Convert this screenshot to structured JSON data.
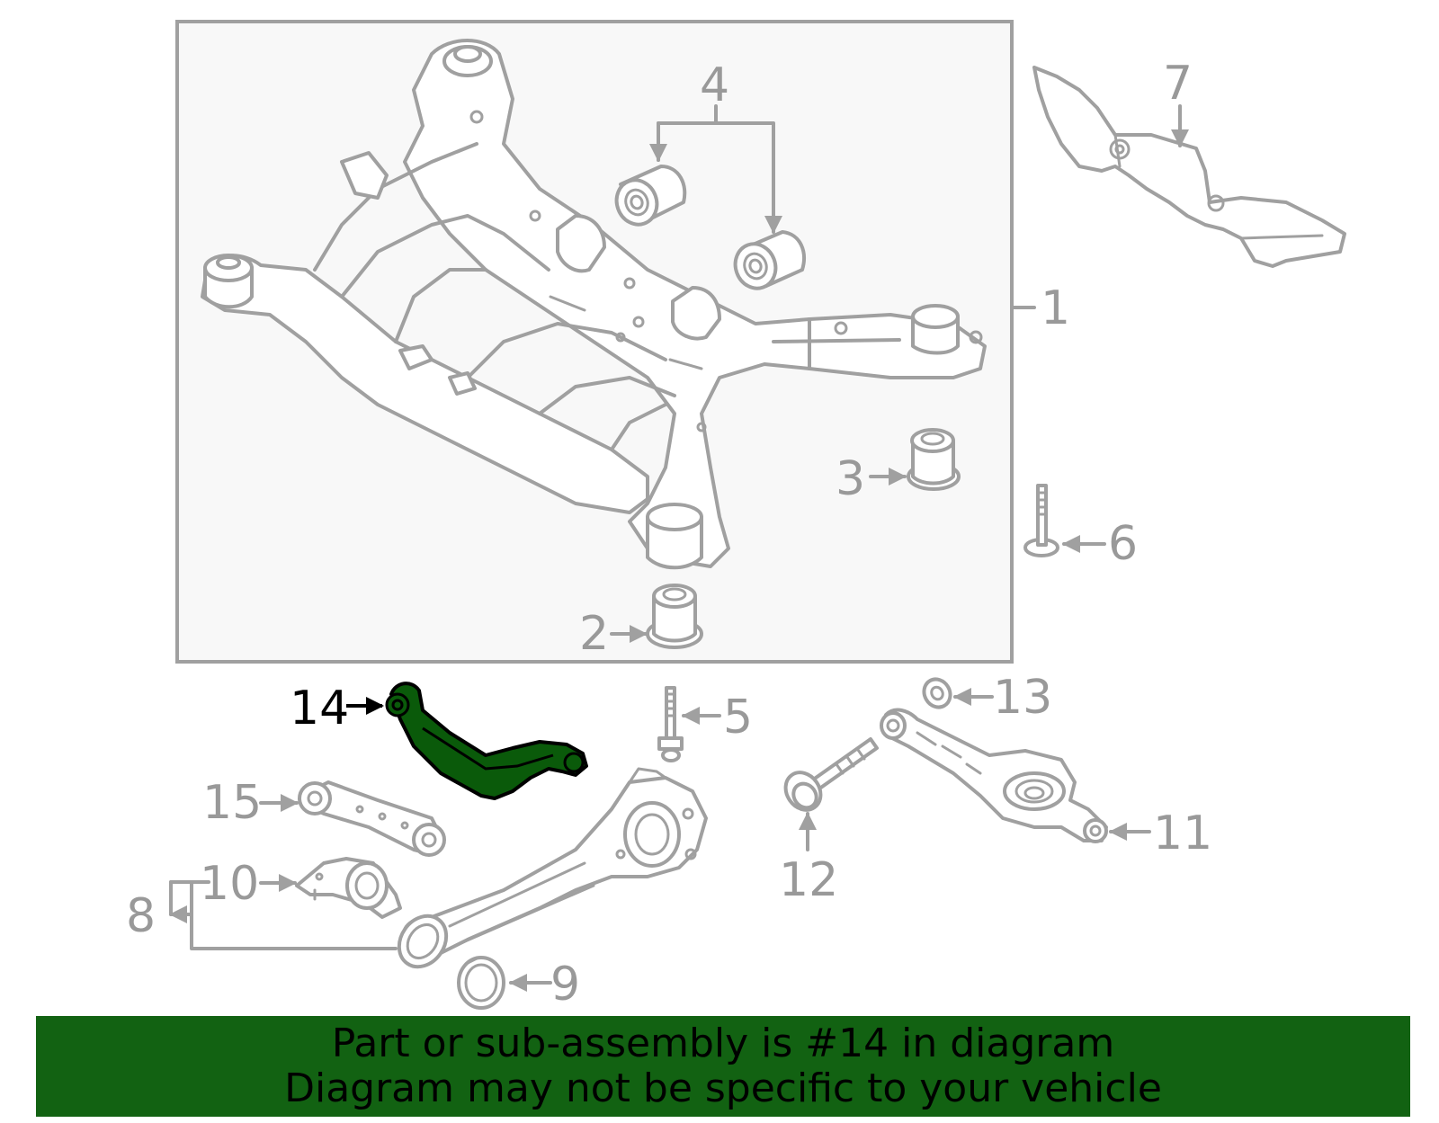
{
  "diagram": {
    "callouts": [
      {
        "id": "1",
        "label": "1"
      },
      {
        "id": "2",
        "label": "2"
      },
      {
        "id": "3",
        "label": "3"
      },
      {
        "id": "4",
        "label": "4"
      },
      {
        "id": "5",
        "label": "5"
      },
      {
        "id": "6",
        "label": "6"
      },
      {
        "id": "7",
        "label": "7"
      },
      {
        "id": "8",
        "label": "8"
      },
      {
        "id": "9",
        "label": "9"
      },
      {
        "id": "10",
        "label": "10"
      },
      {
        "id": "11",
        "label": "11"
      },
      {
        "id": "12",
        "label": "12"
      },
      {
        "id": "13",
        "label": "13"
      },
      {
        "id": "14",
        "label": "14"
      },
      {
        "id": "15",
        "label": "15"
      }
    ],
    "highlight_color": "#0a5a0a",
    "line_color": "#a0a0a0"
  },
  "banner": {
    "line1": "Part or sub-assembly is #14 in diagram",
    "line2": "Diagram may not be specific to your vehicle",
    "background": "#126212"
  }
}
